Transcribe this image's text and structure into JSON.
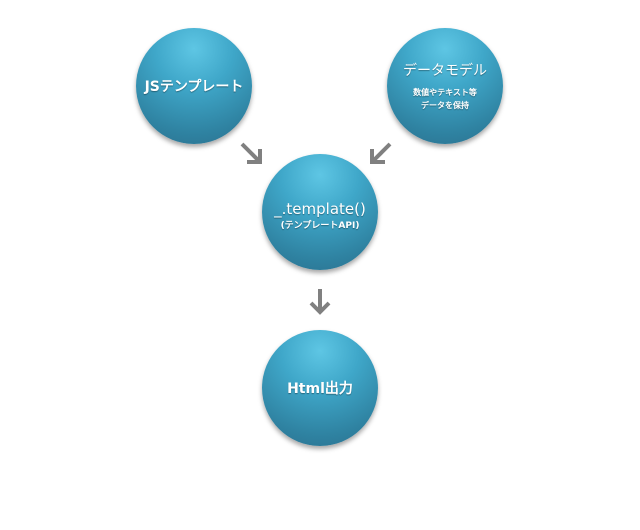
{
  "nodes": {
    "js_template": {
      "label": "JSテンプレート"
    },
    "data_model": {
      "label": "データモデル",
      "sub_line1": "数値やテキスト等",
      "sub_line2": "データを保持"
    },
    "template_api": {
      "label": "_.template()",
      "sub": "(テンプレートAPI)"
    },
    "html_output": {
      "label": "Html出力"
    }
  },
  "colors": {
    "node_light": "#5ec6e4",
    "node_dark": "#2a6f8d",
    "arrow": "#808080",
    "text": "#ffffff"
  }
}
